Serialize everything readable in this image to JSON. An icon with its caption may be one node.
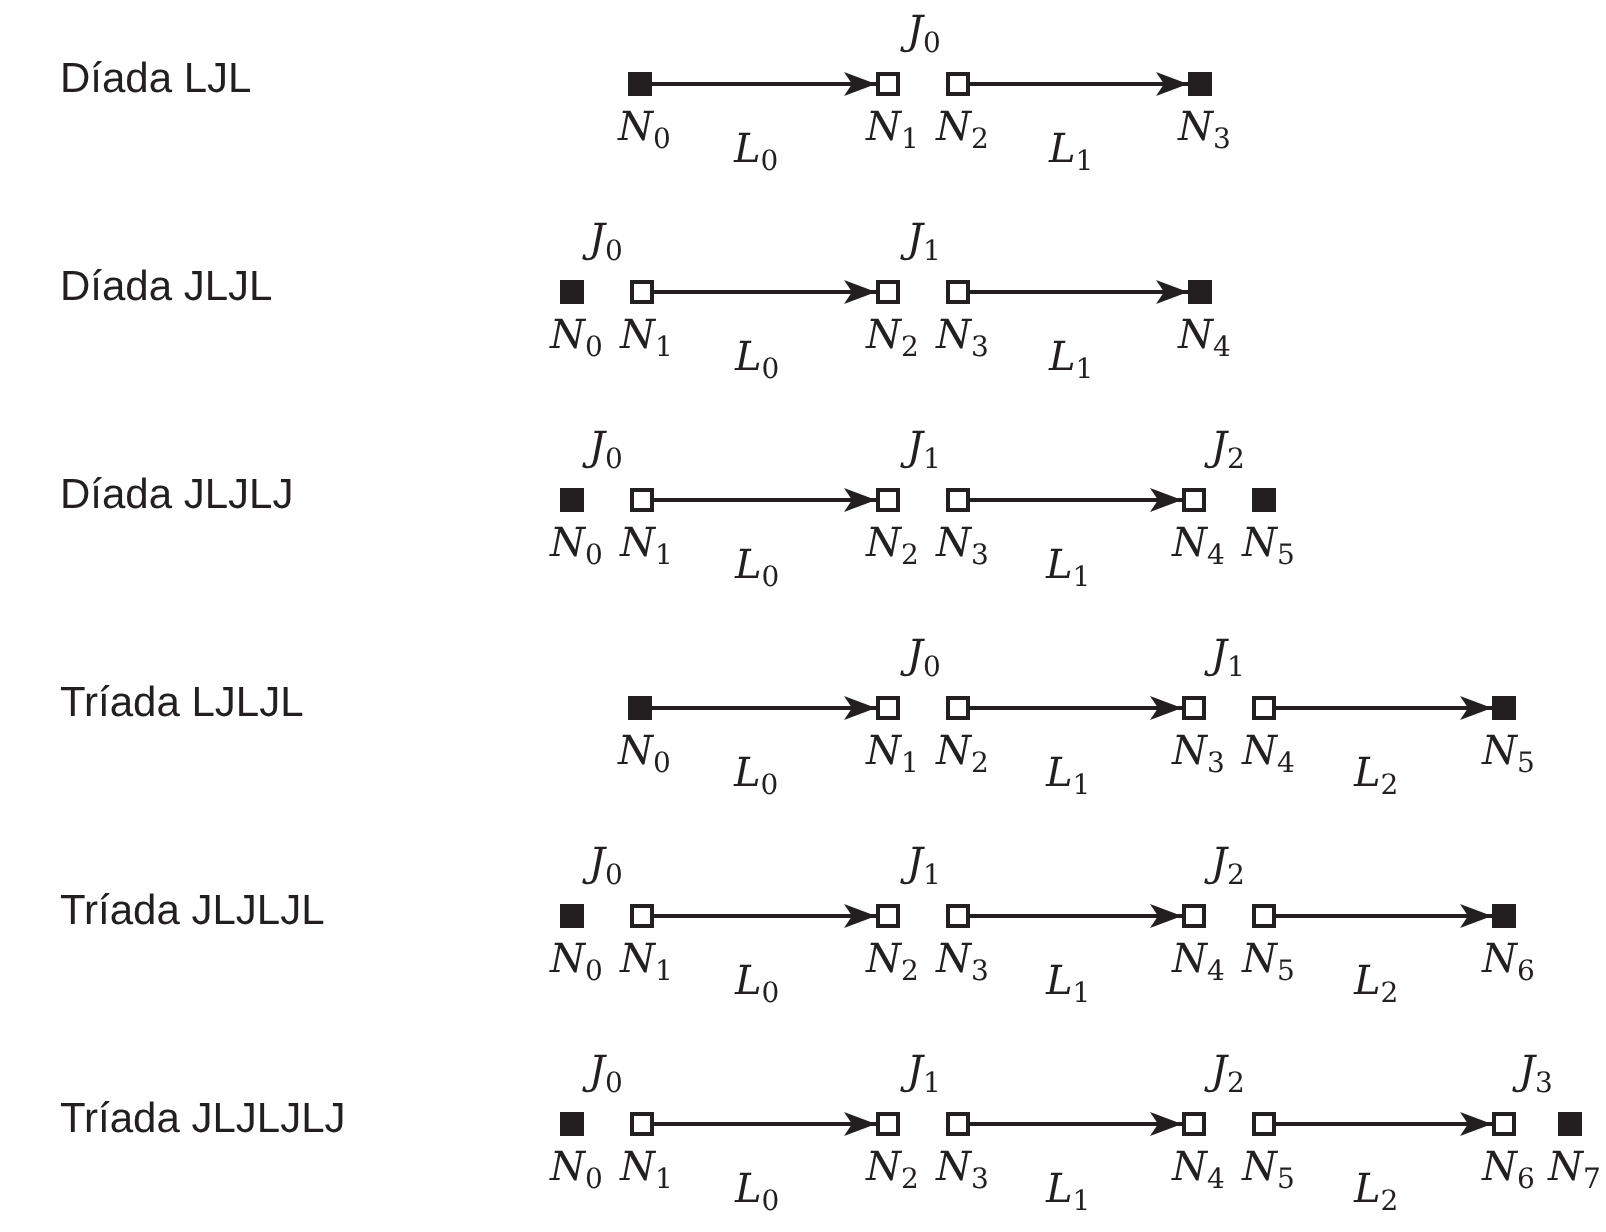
{
  "diagram": {
    "nodes": [
      {
        "text": [],
        "shape": "box",
        "beside": [
          "N$_{0}$"
        ]
      },
      {
        "text": [],
        "shape": "box",
        "beside": [
          "N$_{1}$"
        ]
      },
      {
        "text": [],
        "shape": "box",
        "beside": [
          "N$_{2}$"
        ]
      },
      {
        "text": [],
        "shape": "box",
        "beside": [
          "N$_{3}$"
        ]
      },
      {
        "text": [],
        "shape": "box",
        "beside": [
          "N$_{0}$"
        ]
      },
      {
        "text": [],
        "shape": "box",
        "beside": [
          "N$_{1}$"
        ]
      },
      {
        "text": [],
        "shape": "box",
        "beside": [
          "N$_{2}$"
        ]
      },
      {
        "text": [],
        "shape": "box",
        "beside": [
          "N$_{3}$"
        ]
      },
      {
        "text": [],
        "shape": "box",
        "beside": [
          "N$_{4}$"
        ]
      },
      {
        "text": [],
        "shape": "box",
        "beside": [
          "N$_{0}$"
        ]
      },
      {
        "text": [],
        "shape": "box",
        "beside": [
          "N$_{1}$"
        ]
      },
      {
        "text": [],
        "shape": "box",
        "beside": [
          "N$_{2}$"
        ]
      },
      {
        "text": [],
        "shape": "box",
        "beside": [
          "N$_{3}$"
        ]
      },
      {
        "text": [],
        "shape": "box",
        "beside": [
          "N$_{4}$"
        ]
      },
      {
        "text": [],
        "shape": "box",
        "beside": [
          "N$_{5}$"
        ]
      },
      {
        "text": [],
        "shape": "box",
        "beside": [
          "N$_{0}$"
        ]
      },
      {
        "text": [],
        "shape": "box",
        "beside": [
          "N$_{1}$"
        ]
      },
      {
        "text": [],
        "shape": "box",
        "beside": [
          "N$_{2}$"
        ]
      },
      {
        "text": [],
        "shape": "box",
        "beside": [
          "N$_{3}$"
        ]
      },
      {
        "text": [],
        "shape": "box",
        "beside": [
          "N$_{4}$"
        ]
      },
      {
        "text": [],
        "shape": "box",
        "beside": [
          "N$_{5}$"
        ]
      },
      {
        "text": [],
        "shape": "box",
        "beside": [
          "N$_{0}$"
        ]
      },
      {
        "text": [],
        "shape": "box",
        "beside": [
          "N$_{1}$"
        ]
      },
      {
        "text": [],
        "shape": "box",
        "beside": [
          "N$_{2}$"
        ]
      },
      {
        "text": [],
        "shape": "box",
        "beside": [
          "N$_{3}$"
        ]
      },
      {
        "text": [],
        "shape": "box",
        "beside": [
          "N$_{4}$"
        ]
      },
      {
        "text": [],
        "shape": "box",
        "beside": [
          "N$_{5}$"
        ]
      },
      {
        "text": [],
        "shape": "box",
        "beside": [
          "N$_{6}$"
        ]
      },
      {
        "text": [],
        "shape": "box",
        "beside": [
          "N$_{0}$"
        ]
      },
      {
        "text": [],
        "shape": "box",
        "beside": [
          "N$_{1}$"
        ]
      },
      {
        "text": [],
        "shape": "box",
        "beside": [
          "N$_{2}$"
        ]
      },
      {
        "text": [],
        "shape": "box",
        "beside": [
          "N$_{3}$"
        ]
      },
      {
        "text": [],
        "shape": "box",
        "beside": [
          "N$_{4}$"
        ]
      },
      {
        "text": [],
        "shape": "box",
        "beside": [
          "N$_{5}$"
        ]
      },
      {
        "text": [],
        "shape": "box",
        "beside": [
          "N$_{6}$"
        ]
      },
      {
        "text": [],
        "shape": "box",
        "beside": [
          "N$_{7}$"
        ]
      }
    ],
    "edges": [
      {
        "from": 0,
        "to": 1,
        "arrow": "to",
        "label": "L$_{0}$"
      },
      {
        "from": 2,
        "to": 3,
        "arrow": "to",
        "label": "L$_{1}$"
      },
      {
        "from": 5,
        "to": 6,
        "arrow": "to",
        "label": "L$_{0}$"
      },
      {
        "from": 7,
        "to": 8,
        "arrow": "to",
        "label": "L$_{1}$"
      },
      {
        "from": 10,
        "to": 11,
        "arrow": "to",
        "label": "L$_{0}$"
      },
      {
        "from": 12,
        "to": 13,
        "arrow": "to",
        "label": "L$_{1}$"
      },
      {
        "from": 15,
        "to": 16,
        "arrow": "to",
        "label": "L$_{0}$"
      },
      {
        "from": 17,
        "to": 18,
        "arrow": "to",
        "label": "L$_{1}$"
      },
      {
        "from": 19,
        "to": 20,
        "arrow": "to",
        "label": "L$_{2}$"
      },
      {
        "from": 22,
        "to": 23,
        "arrow": "to",
        "label": "L$_{0}$"
      },
      {
        "from": 24,
        "to": 25,
        "arrow": "to",
        "label": "L$_{1}$"
      },
      {
        "from": 26,
        "to": 27,
        "arrow": "to",
        "label": "L$_{2}$"
      },
      {
        "from": 29,
        "to": 30,
        "arrow": "to",
        "label": "L$_{0}$"
      },
      {
        "from": 31,
        "to": 32,
        "arrow": "to",
        "label": "L$_{1}$"
      },
      {
        "from": 33,
        "to": 34,
        "arrow": "to",
        "label": "L$_{2}$"
      }
    ],
    "labels": [
      "Díada LJL",
      "J$_{0}$",
      "Díada JLJL",
      "J$_{0}$",
      "J$_{1}$",
      "Díada JLJLJ",
      "J$_{0}$",
      "J$_{1}$",
      "J$_{2}$",
      "Tríada LJLJL",
      "J$_{0}$",
      "J$_{1}$",
      "Tríada JLJLJL",
      "J$_{0}$",
      "J$_{1}$",
      "J$_{2}$",
      "Tríada JLJLJLJ",
      "J$_{0}$",
      "J$_{1}$",
      "J$_{2}$",
      "J$_{3}$"
    ]
  }
}
